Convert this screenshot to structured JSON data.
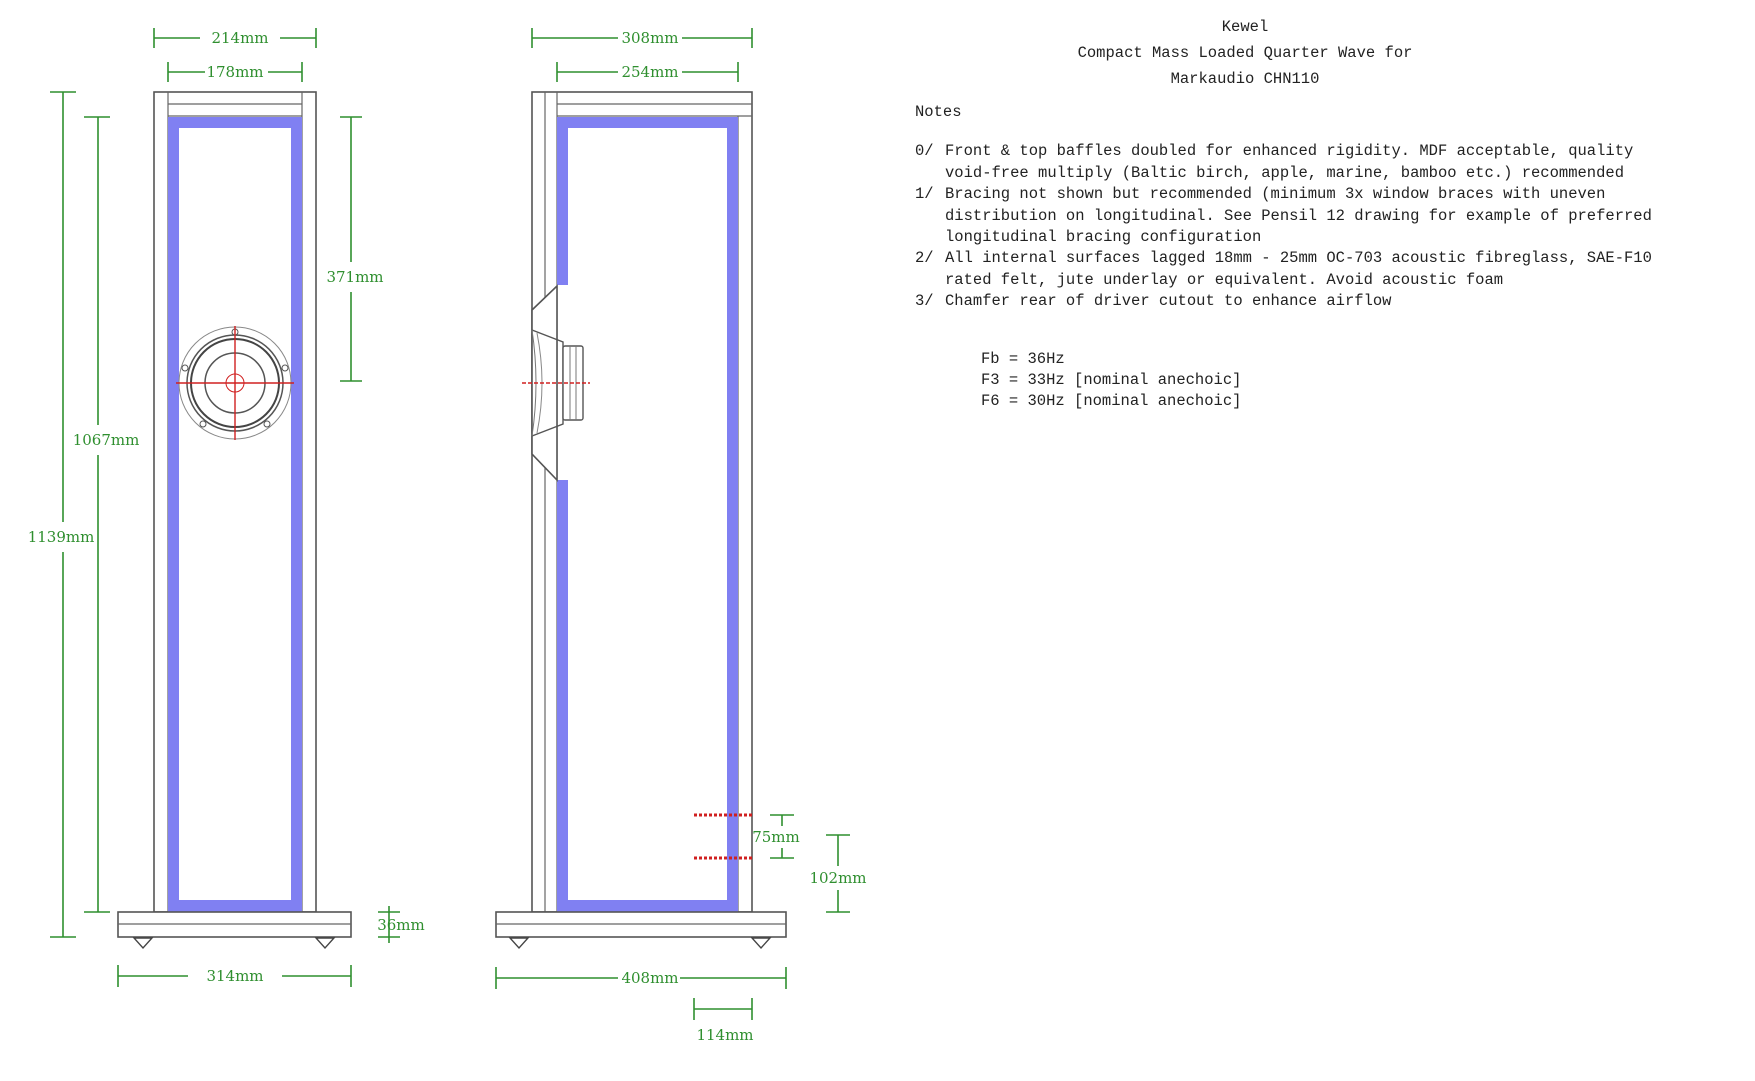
{
  "title": {
    "line1": "Kewel",
    "line2": "Compact Mass Loaded Quarter Wave for",
    "line3": "Markaudio CHN110"
  },
  "notes_heading": "Notes",
  "notes": [
    {
      "num": "0/",
      "lines": [
        "Front & top baffles doubled for enhanced rigidity. MDF acceptable, quality",
        "void-free multiply (Baltic birch, apple, marine, bamboo etc.) recommended"
      ]
    },
    {
      "num": "1/",
      "lines": [
        "Bracing not shown but recommended (minimum 3x window braces with uneven",
        "distribution on longitudinal. See Pensil 12 drawing for example of preferred",
        "longitudinal bracing configuration"
      ]
    },
    {
      "num": "2/",
      "lines": [
        "All internal surfaces lagged 18mm - 25mm OC-703 acoustic fibreglass, SAE-F10",
        "rated felt, jute underlay or equivalent. Avoid acoustic foam"
      ]
    },
    {
      "num": "3/",
      "lines": [
        "Chamfer rear of driver cutout to enhance airflow"
      ]
    }
  ],
  "specs": [
    "Fb = 36Hz",
    "F3 = 33Hz [nominal anechoic]",
    "F6 = 30Hz [nominal anechoic]"
  ],
  "dimensions": {
    "front_outer_width": "214mm",
    "front_inner_width": "178mm",
    "driver_height": "371mm",
    "inner_height": "1067mm",
    "overall_height": "1139mm",
    "plinth_height": "36mm",
    "front_plinth_width": "314mm",
    "side_outer_depth": "308mm",
    "side_inner_depth": "254mm",
    "port_height": "75mm",
    "port_top": "102mm",
    "side_plinth_depth": "408mm",
    "port_depth": "114mm"
  },
  "colors": {
    "dimension": "#2f8f2f",
    "lagging": "#8080f2",
    "centerline": "#d02020",
    "outline": "#555555"
  }
}
